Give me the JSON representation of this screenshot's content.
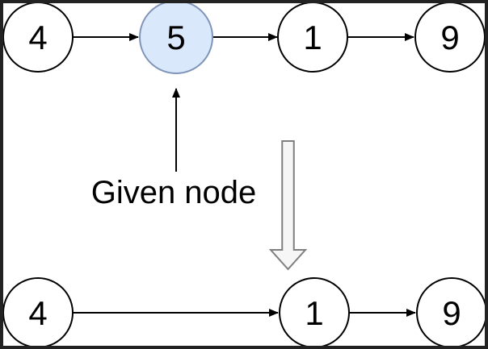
{
  "diagram": {
    "top_list": {
      "nodes": [
        {
          "value": "4",
          "highlighted": false
        },
        {
          "value": "5",
          "highlighted": true
        },
        {
          "value": "1",
          "highlighted": false
        },
        {
          "value": "9",
          "highlighted": false
        }
      ]
    },
    "annotation": {
      "label": "Given node"
    },
    "transform_arrow": {
      "direction": "down"
    },
    "bottom_list": {
      "nodes": [
        {
          "value": "4",
          "highlighted": false
        },
        {
          "value": "1",
          "highlighted": false
        },
        {
          "value": "9",
          "highlighted": false
        }
      ]
    }
  },
  "colors": {
    "background": "#ffffff",
    "node_fill": "#ffffff",
    "node_stroke": "#000000",
    "highlight_fill": "#dae8fc",
    "highlight_stroke": "#7e94b8",
    "line_color": "#000000",
    "big_arrow_fill": "#f6f6f6",
    "big_arrow_stroke": "#7f7f7f",
    "frame_color": "#222222"
  }
}
